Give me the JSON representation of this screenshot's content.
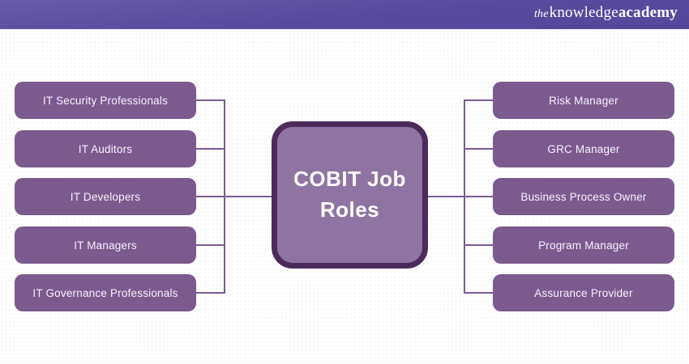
{
  "header": {
    "logo": {
      "the": "the",
      "knowledge": "knowledge",
      "academy": "academy"
    }
  },
  "diagram": {
    "title": "COBIT Job Roles",
    "left": {
      "items": [
        {
          "label": "IT Security Professionals"
        },
        {
          "label": "IT Auditors"
        },
        {
          "label": "IT Developers"
        },
        {
          "label": "IT Managers"
        },
        {
          "label": "IT Governance Professionals"
        }
      ]
    },
    "right": {
      "items": [
        {
          "label": "Risk Manager"
        },
        {
          "label": "GRC Manager"
        },
        {
          "label": "Business Process Owner"
        },
        {
          "label": "Program Manager"
        },
        {
          "label": "Assurance Provider"
        }
      ]
    }
  },
  "colors": {
    "banner": "#57489a",
    "side_box": "#7b5a90",
    "center_fill": "#8e74a3",
    "center_border": "#4b2a5c",
    "connector": "#7c5b91",
    "text": "#ffffff"
  }
}
